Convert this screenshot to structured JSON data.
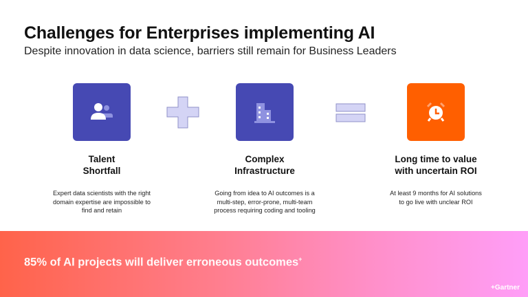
{
  "header": {
    "title": "Challenges for Enterprises implementing AI",
    "subtitle": "Despite innovation in data science, barriers still remain for Business Leaders"
  },
  "colors": {
    "purple": "#4649b3",
    "orange": "#ff5f00",
    "operator": "#d4d4f5"
  },
  "columns": [
    {
      "icon": "people-icon",
      "heading_line1": "Talent",
      "heading_line2": "Shortfall",
      "description": "Expert data scientists with the right domain expertise are impossible to find and retain"
    },
    {
      "icon": "building-icon",
      "heading_line1": "Complex",
      "heading_line2": "Infrastructure",
      "description": "Going from idea to AI outcomes is a multi-step, error-prone, multi-team process requiring coding and tooling"
    },
    {
      "icon": "alarm-clock-icon",
      "heading_line1": "Long time to value",
      "heading_line2": "with uncertain ROI",
      "description": "At least 9 months for AI solutions to go live with unclear ROI"
    }
  ],
  "banner": {
    "stat": "85% of AI projects will deliver erroneous outcomes",
    "footnote_mark": "+",
    "source": "+Gartner"
  }
}
